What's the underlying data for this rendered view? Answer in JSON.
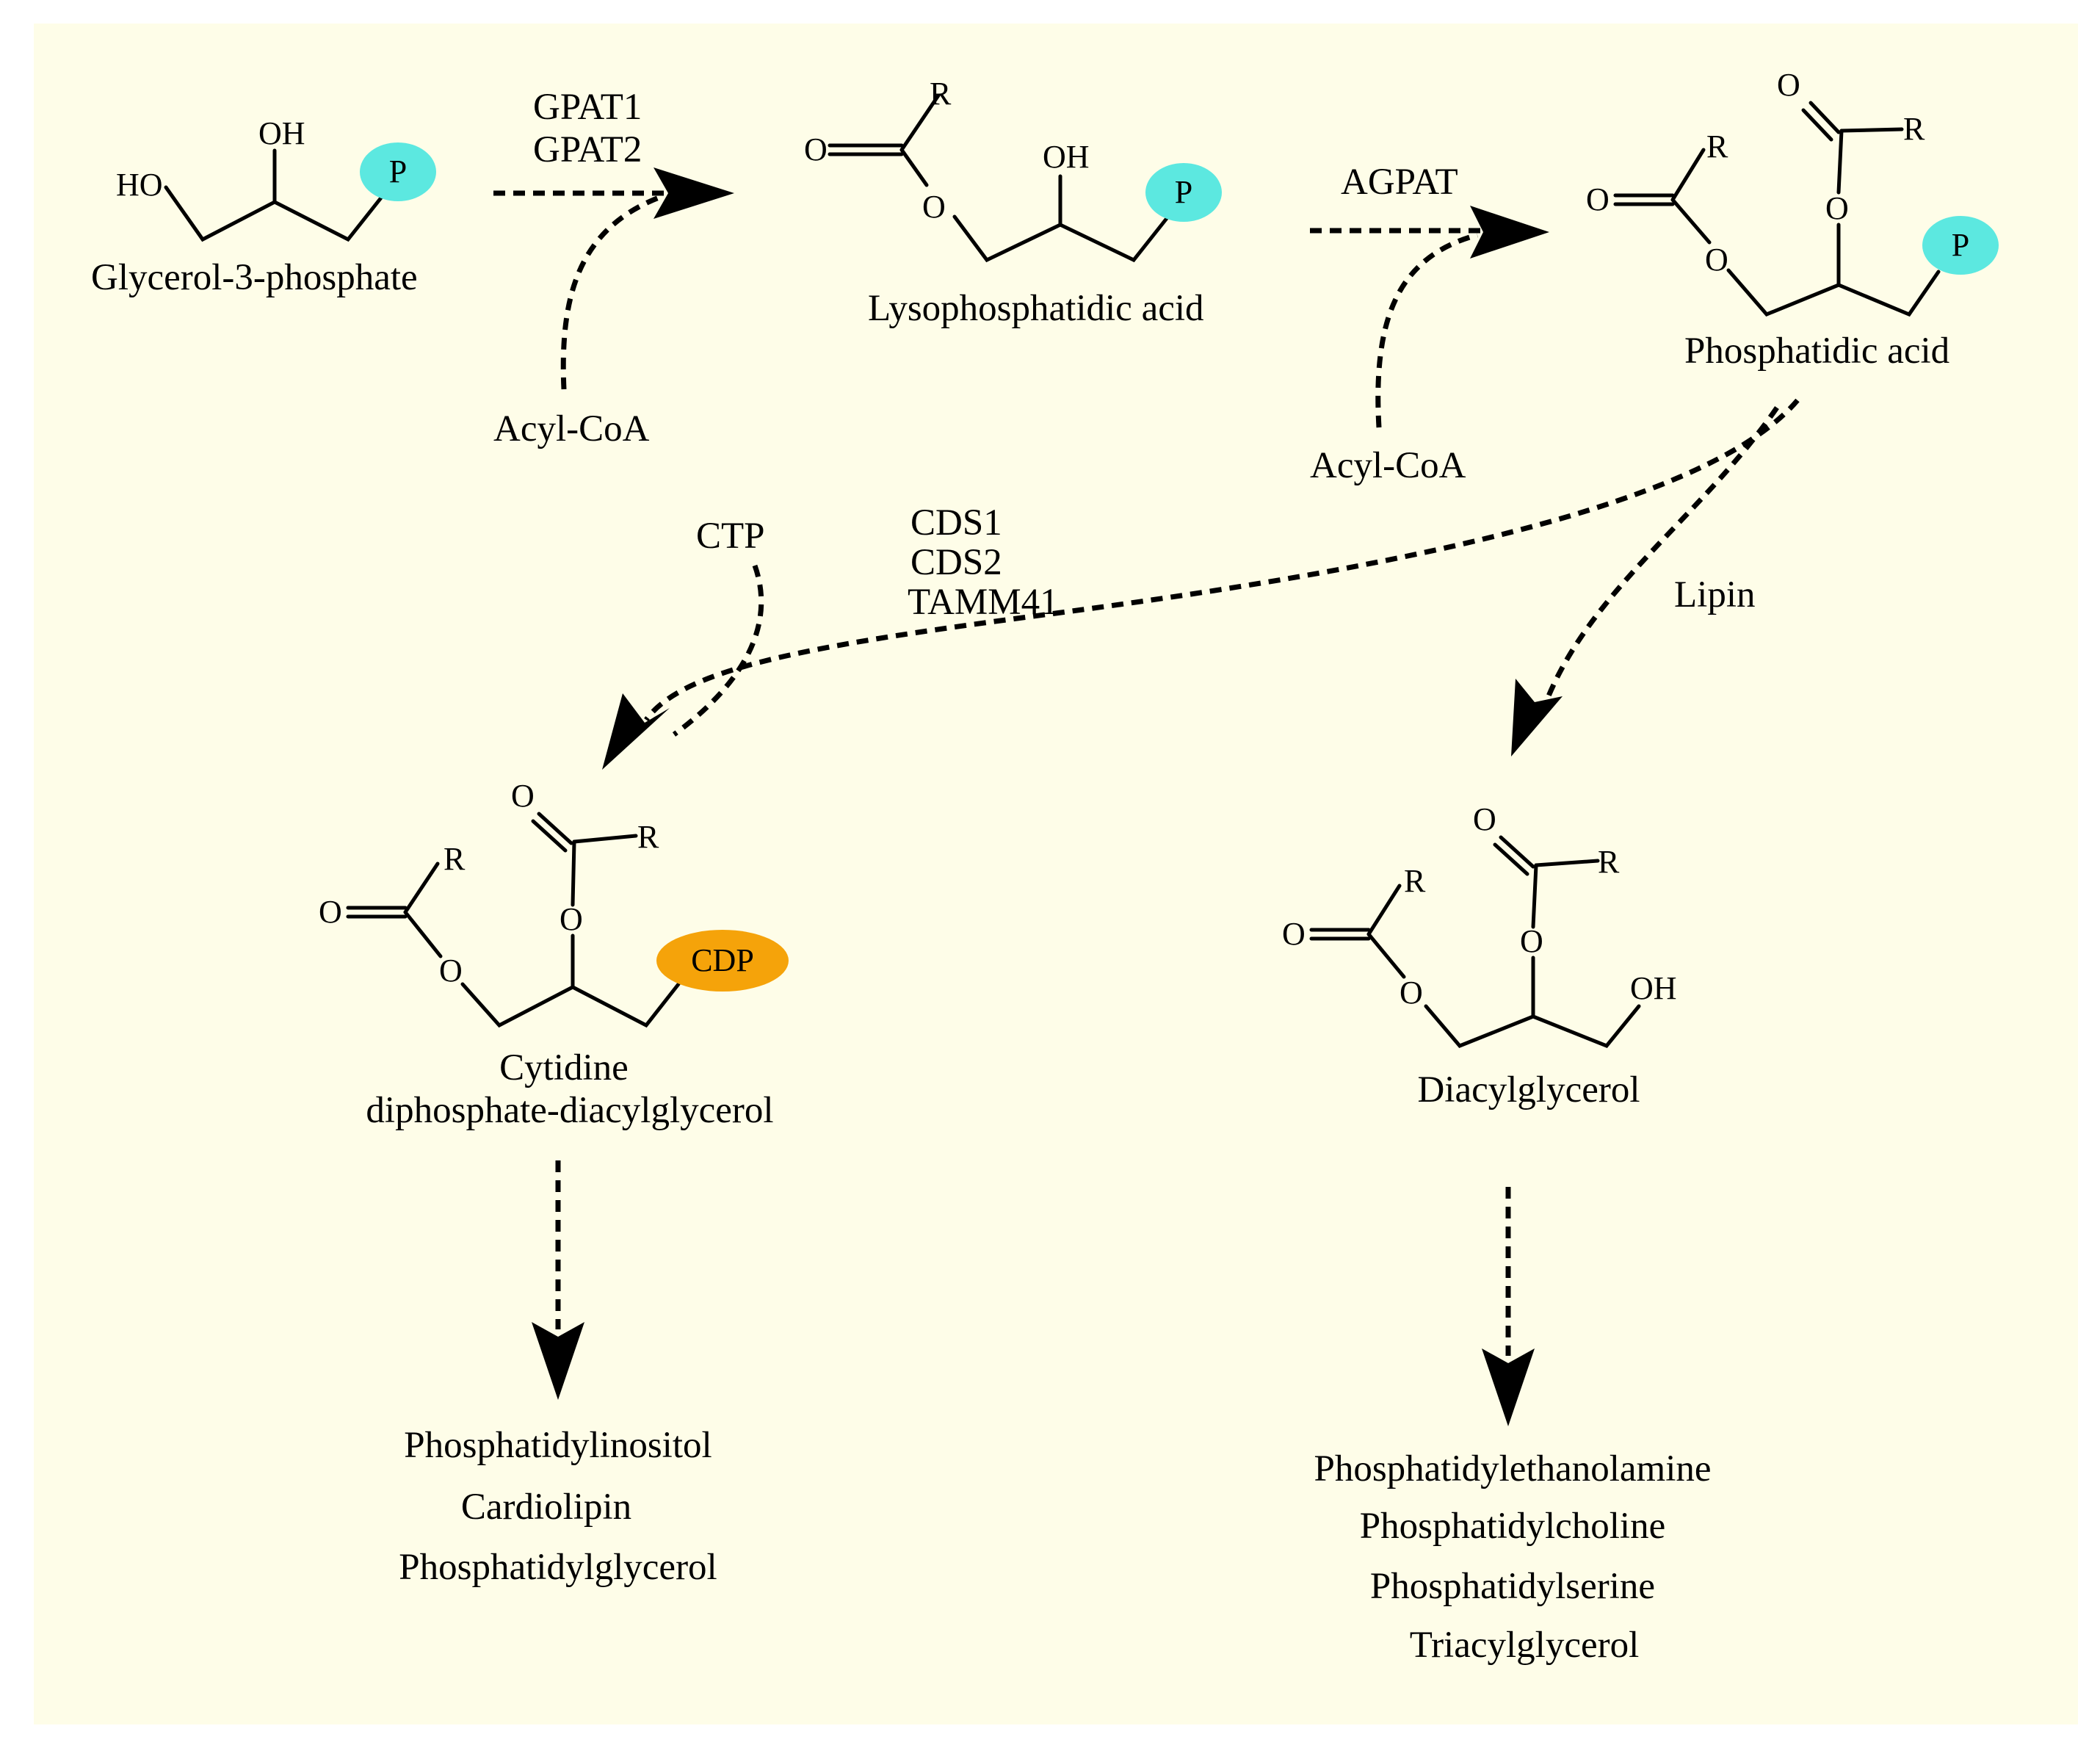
{
  "colors": {
    "background": "#fefde8",
    "phosphate": "#5ce8e0",
    "cdp": "#f5a30a"
  },
  "atoms": {
    "H": "HO",
    "OH": "OH",
    "O": "O",
    "R": "R",
    "P": "P",
    "CDP": "CDP"
  },
  "compounds": {
    "g3p": "Glycerol-3-phosphate",
    "lpa": "Lysophosphatidic acid",
    "pa": "Phosphatidic acid",
    "cdp_dag_line1": "Cytidine",
    "cdp_dag_line2": "diphosphate-diacylglycerol",
    "dag": "Diacylglycerol"
  },
  "enzymes": {
    "gpat1": "GPAT1",
    "gpat2": "GPAT2",
    "agpat": "AGPAT",
    "cds1": "CDS1",
    "cds2": "CDS2",
    "tamm41": "TAMM41",
    "lipin": "Lipin"
  },
  "cosubstrates": {
    "acyl_coa": "Acyl-CoA",
    "ctp": "CTP"
  },
  "products_left": [
    "Phosphatidylinositol",
    "Cardiolipin",
    "Phosphatidylglycerol"
  ],
  "products_right": [
    "Phosphatidylethanolamine",
    "Phosphatidylcholine",
    "Phosphatidylserine",
    "Triacylglycerol"
  ]
}
